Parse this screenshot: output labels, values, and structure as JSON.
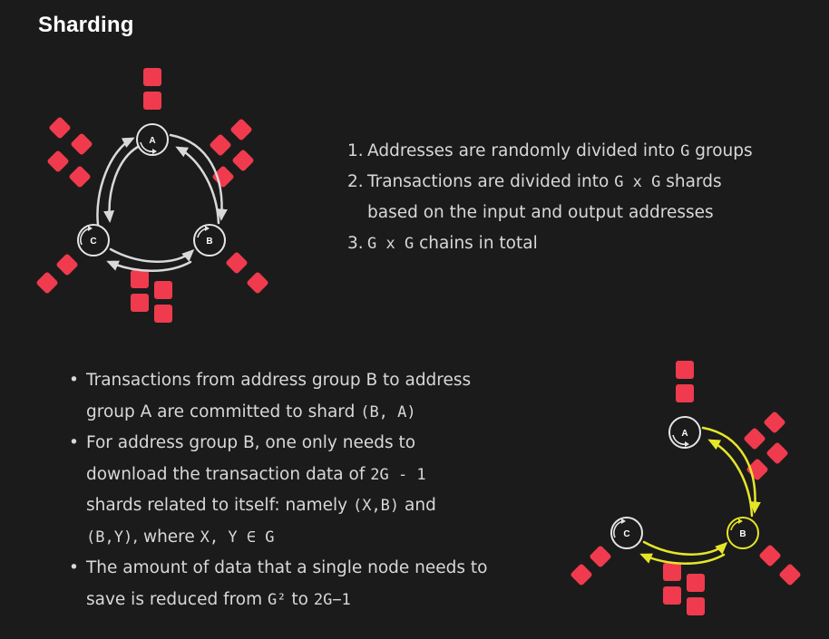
{
  "page": {
    "title": "Sharding"
  },
  "colors": {
    "background": "#1b1b1c",
    "shard_block": "#ef3b4d",
    "arrow_top": "#d9d9d9",
    "arrow_highlight": "#e6e628",
    "node_stroke": "#e5e5e5"
  },
  "diagram_top": {
    "nodes": [
      "A",
      "B",
      "C"
    ],
    "arrow_color": "light-gray"
  },
  "diagram_bottom": {
    "nodes": [
      "A",
      "B",
      "C"
    ],
    "arrow_color": "yellow"
  },
  "numbered_list": [
    {
      "num": "1.",
      "text": "Addresses are randomly divided into ",
      "g": "G",
      "rest": " groups"
    },
    {
      "num": "2.",
      "text": "Transactions are divided into ",
      "g": "G x G",
      "rest": " shards",
      "cont": "based on the input and output addresses"
    },
    {
      "num": "3.",
      "g": "G x G",
      "rest": " chains in total"
    }
  ],
  "bullets": {
    "b1_line1": "Transactions from address group B to address",
    "b1_line2_text": "group A are committed to shard ",
    "b1_line2_code": "(B, A)",
    "b2_line1": "For address group B, one only needs to",
    "b2_line2_text": "download the transaction data of ",
    "b2_line2_code": "2G - 1",
    "b2_line3_text": "shards related to itself: namely ",
    "b2_line3_code": "(X,B)",
    "b2_line3_rest": " and",
    "b2_line4_code1": "(B,Y)",
    "b2_line4_text": ", where ",
    "b2_line4_code2": "X, Y ∈ G",
    "b3_line1": "The amount of data that a single node needs to",
    "b3_line2_text": "save is reduced from ",
    "b3_line2_code1": "G²",
    "b3_line2_mid": " to ",
    "b3_line2_code2": "2G−1",
    "bullet_char": "•"
  }
}
